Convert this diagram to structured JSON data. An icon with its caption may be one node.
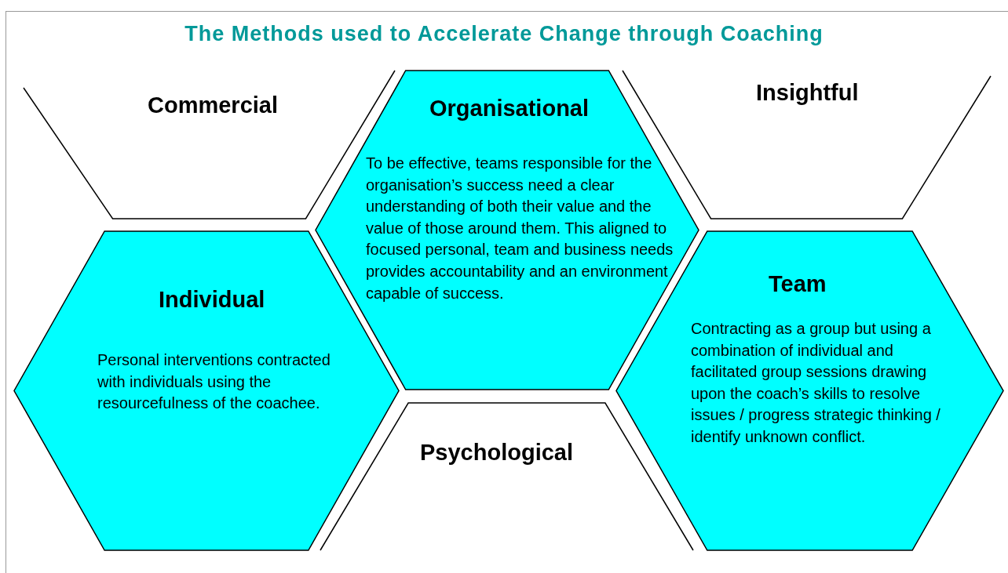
{
  "diagram": {
    "title": "The Methods used to Accelerate Change through Coaching",
    "nodes": [
      {
        "text": [
          "Commercial"
        ]
      },
      {
        "text": [
          "Organisational",
          "To be effective, teams responsible for the organisation’s success need a clear understanding of both their value and the value of those around them. This aligned to focused personal, team and business needs provides accountability and an environment capable of success."
        ]
      },
      {
        "text": [
          "Insightful"
        ]
      },
      {
        "text": [
          "Individual",
          "Personal interventions contracted with individuals using the resourcefulness of the coachee."
        ]
      },
      {
        "text": [
          "Team",
          "Contracting as a group but using a combination of individual and facilitated group sessions drawing upon the coach’s skills to resolve issues / progress strategic thinking / identify unknown conflict."
        ]
      },
      {
        "text": [
          "Psychological"
        ]
      }
    ]
  }
}
